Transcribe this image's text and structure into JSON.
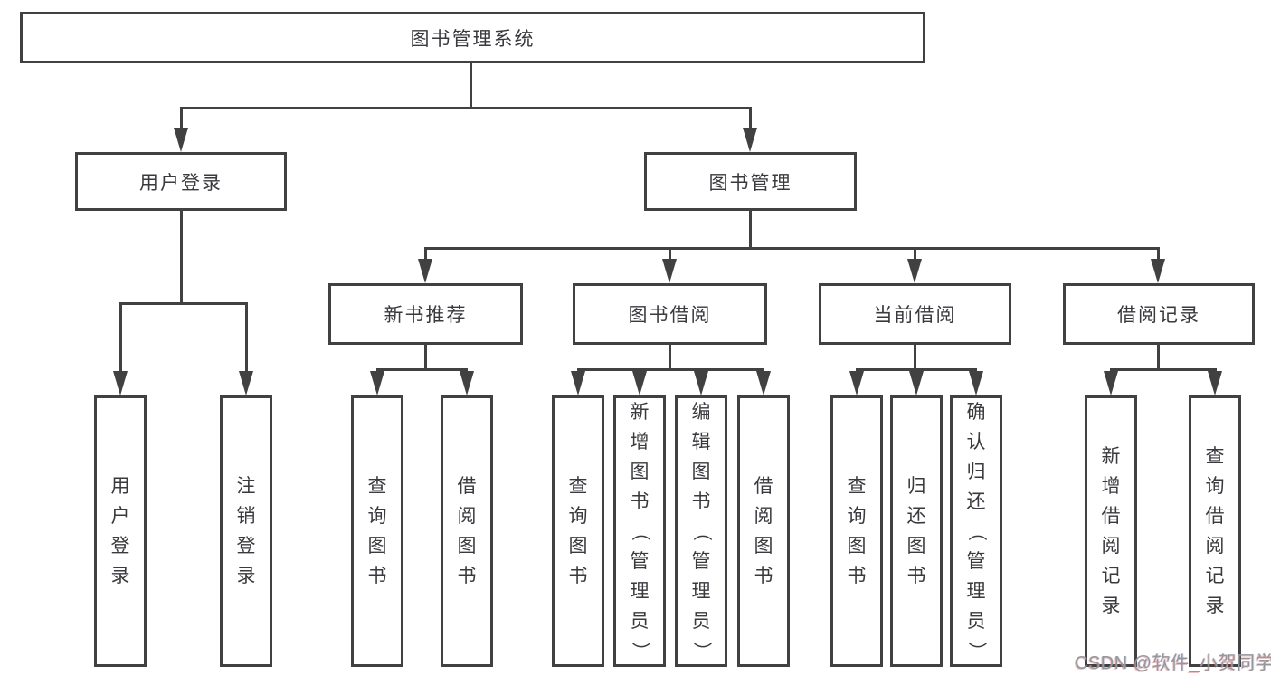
{
  "diagram": {
    "type": "tree",
    "root": "图书管理系统",
    "user_login": {
      "label": "用户登录",
      "children": [
        "用户登录",
        "注销登录"
      ]
    },
    "book_mgmt": {
      "label": "图书管理",
      "sections": [
        {
          "label": "新书推荐",
          "children": [
            "查询图书",
            "借阅图书"
          ]
        },
        {
          "label": "图书借阅",
          "children": [
            "查询图书",
            "新增图书（管理员）",
            "编辑图书（管理员）",
            "借阅图书"
          ]
        },
        {
          "label": "当前借阅",
          "children": [
            "查询图书",
            "归还图书",
            "确认归还（管理员）"
          ]
        },
        {
          "label": "借阅记录",
          "children": [
            "新增借阅记录",
            "查询借阅记录"
          ]
        }
      ]
    }
  },
  "watermark": "CSDN @软件_小贺同学",
  "colors": {
    "line": "#414141",
    "text": "#3a3a3e",
    "watermark": "#96979c",
    "background": "#ffffff"
  }
}
